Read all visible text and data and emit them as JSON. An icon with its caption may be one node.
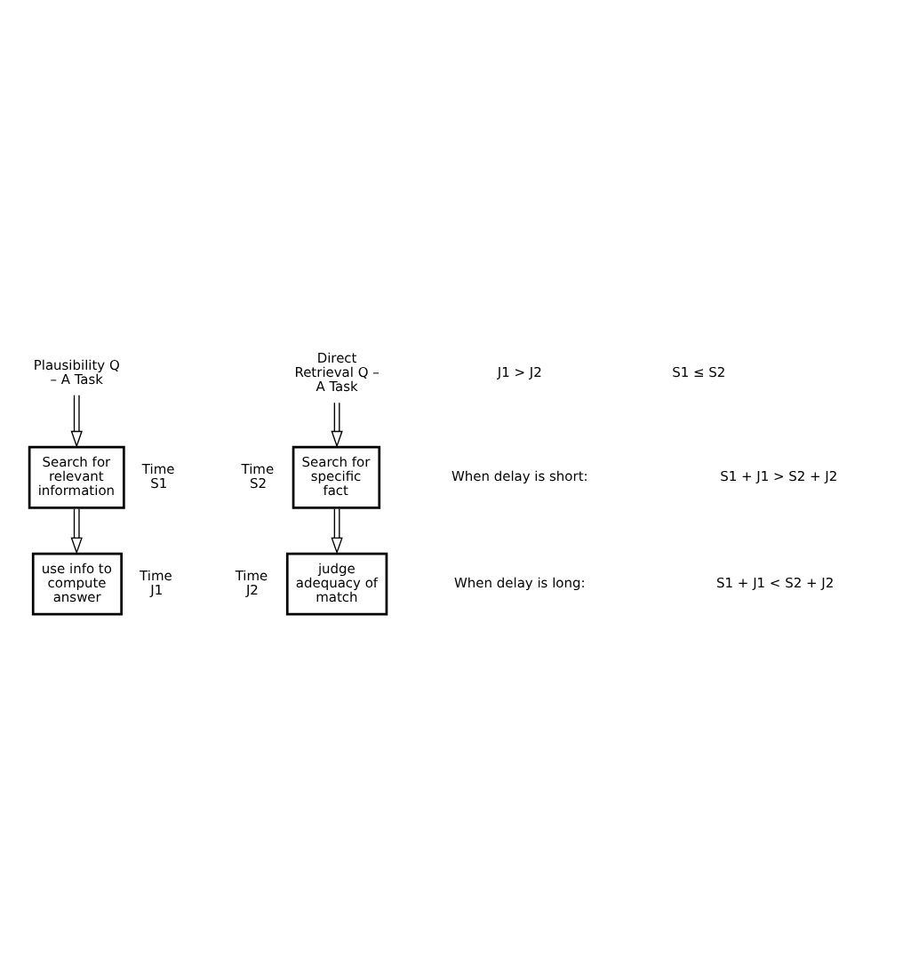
{
  "diagram": {
    "nodes": [
      {
        "text": [
          "Plausibility Q – A Task"
        ]
      },
      {
        "text": [
          "Search for relevant information"
        ],
        "beside": [
          "Time S1"
        ]
      },
      {
        "text": [
          "use info to compute answer"
        ],
        "beside": [
          "Time J1"
        ]
      },
      {
        "text": [
          "Direct Retrieval Q – A Task"
        ]
      },
      {
        "text": [
          "Search for specific fact"
        ],
        "beside": [
          "Time S2"
        ]
      },
      {
        "text": [
          "judge adequacy of match"
        ],
        "beside": [
          "Time J2"
        ]
      }
    ],
    "edges": [
      {
        "from": 0,
        "to": 1,
        "arrow": "to"
      },
      {
        "from": 1,
        "to": 2,
        "arrow": "to"
      },
      {
        "from": 3,
        "to": 4,
        "arrow": "to"
      },
      {
        "from": 4,
        "to": 5,
        "arrow": "to"
      }
    ],
    "labels": [
      "J1 > J2",
      "S1 ≤ S2",
      "When delay is short:",
      "S1 + J1 > S2 + J2",
      "When delay is long:",
      "S1 + J1 < S2 + J2"
    ]
  }
}
